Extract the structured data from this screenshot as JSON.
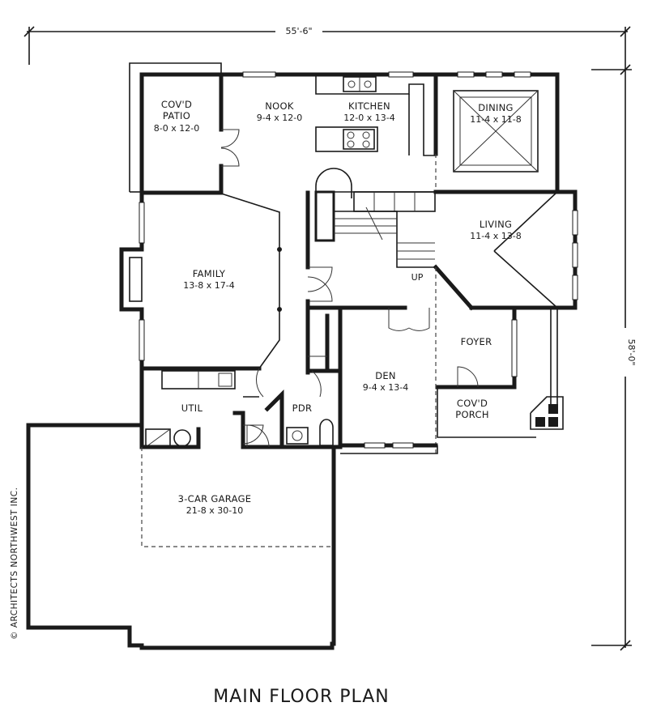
{
  "plan": {
    "title": "MAIN FLOOR PLAN",
    "width_dimension": "55'-6\"",
    "depth_dimension": "58'-0\"",
    "copyright": "© ARCHITECTS NORTHWEST INC.",
    "stair_label": "UP"
  },
  "rooms": {
    "patio": {
      "name": "COV'D PATIO",
      "name_line1": "COV'D",
      "name_line2": "PATIO",
      "dims": "8-0 x 12-0"
    },
    "nook": {
      "name": "NOOK",
      "dims": "9-4 x 12-0"
    },
    "kitchen": {
      "name": "KITCHEN",
      "dims": "12-0 x 13-4"
    },
    "dining": {
      "name": "DINING",
      "dims": "11-4 x 11-8"
    },
    "living": {
      "name": "LIVING",
      "dims": "11-4 x 13-8"
    },
    "family": {
      "name": "FAMILY",
      "dims": "13-8 x 17-4"
    },
    "foyer": {
      "name": "FOYER"
    },
    "den": {
      "name": "DEN",
      "dims": "9-4 x 13-4"
    },
    "porch": {
      "name": "COV'D PORCH",
      "name_line1": "COV'D",
      "name_line2": "PORCH"
    },
    "util": {
      "name": "UTIL"
    },
    "pdr": {
      "name": "PDR"
    },
    "garage": {
      "name": "3-CAR GARAGE",
      "dims": "21-8 x 30-10"
    }
  }
}
